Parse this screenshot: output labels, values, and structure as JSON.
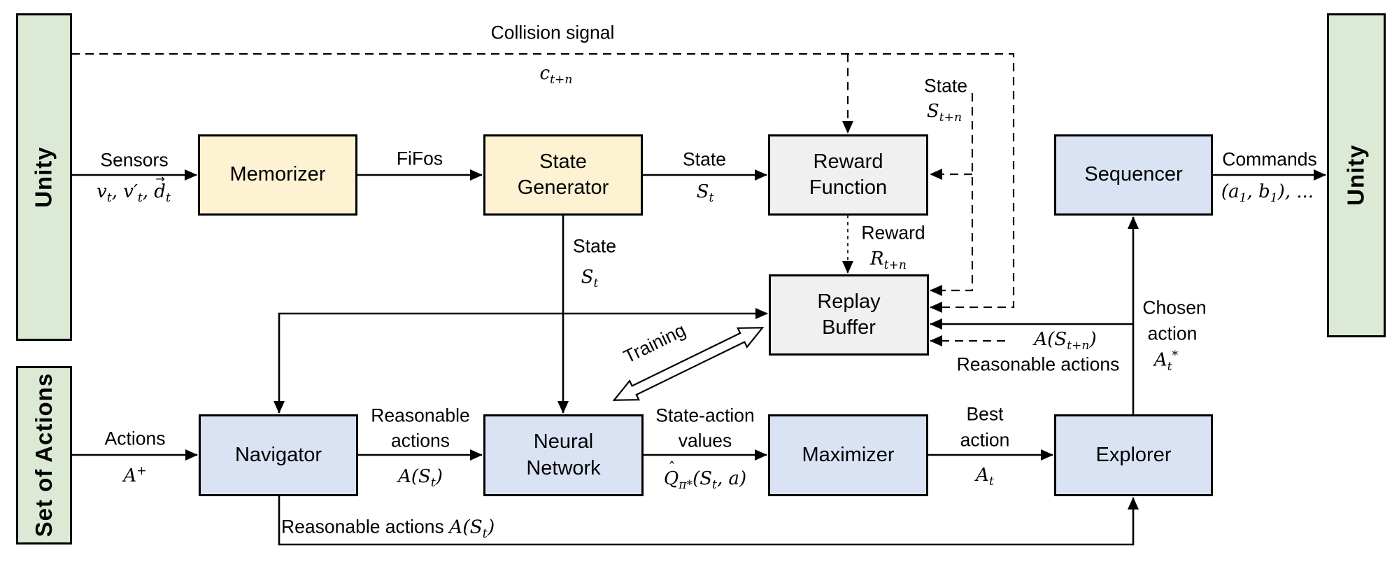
{
  "colors": {
    "environment_green": "#dce9d5",
    "module_yellow": "#fdf2d2",
    "module_gray": "#f0f0f0",
    "module_blue": "#dae3f3",
    "line_black": "#000000",
    "background": "#ffffff"
  },
  "environment": {
    "unity_left": "Unity",
    "unity_right": "Unity",
    "set_of_actions": "Set of Actions"
  },
  "modules": {
    "memorizer": "Memorizer",
    "state_generator": [
      "State",
      "Generator"
    ],
    "reward_function": [
      "Reward",
      "Function"
    ],
    "sequencer": "Sequencer",
    "replay_buffer": [
      "Replay",
      "Buffer"
    ],
    "navigator": "Navigator",
    "neural_network": [
      "Neural",
      "Network"
    ],
    "maximizer": "Maximizer",
    "explorer": "Explorer"
  },
  "labels": {
    "sensors": {
      "text": "Sensors",
      "math": "v_t, v′_t, \\vec{d}_t"
    },
    "fifos": {
      "text": "FiFos"
    },
    "state_to_reward": {
      "text": "State",
      "math": "S_t"
    },
    "state_to_network": {
      "text": "State",
      "math": "S_t"
    },
    "collision": {
      "text": "Collision signal",
      "math": "c_{t+n}"
    },
    "state_next": {
      "text": "State",
      "math": "S_{t+n}"
    },
    "reward": {
      "text": "Reward",
      "math": "R_{t+n}"
    },
    "commands": {
      "text": "Commands",
      "math": "(a_1, b_1), ..."
    },
    "chosen_action": {
      "line1": "Chosen",
      "line2": "action",
      "math": "A_t^*"
    },
    "reasonable_actions_next": {
      "math": "𝒜(S_{t+n})",
      "text": "Reasonable actions"
    },
    "actions": {
      "text": "Actions",
      "math": "𝒜^+"
    },
    "reasonable_actions": {
      "line1": "Reasonable",
      "line2": "actions",
      "math": "𝒜(S_t)"
    },
    "state_action_values": {
      "line1": "State-action",
      "line2": "values",
      "math": "\\hat{Q}_{π*}(S_t, a)"
    },
    "best_action": {
      "line1": "Best",
      "line2": "action",
      "math": "A_t"
    },
    "training": {
      "text": "Training"
    },
    "feedback": {
      "text": "Reasonable actions ",
      "math": "𝒜(S_t)"
    }
  }
}
